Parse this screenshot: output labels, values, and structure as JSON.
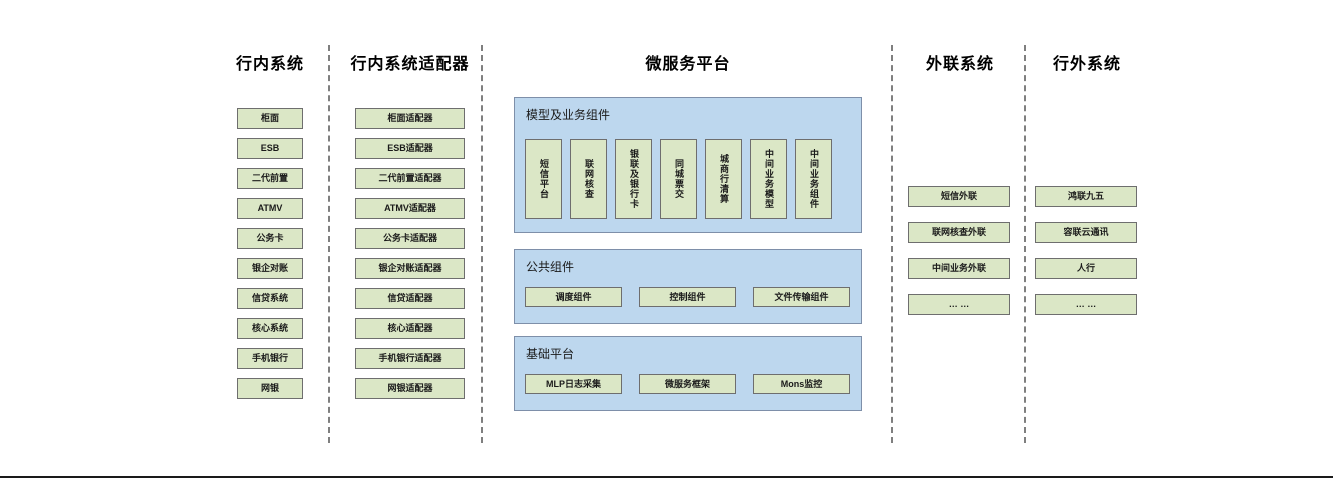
{
  "diagram": {
    "columns": [
      {
        "title": "行内系统",
        "items": [
          "柜面",
          "ESB",
          "二代前置",
          "ATMV",
          "公务卡",
          "银企对账",
          "信贷系统",
          "核心系统",
          "手机银行",
          "网银"
        ]
      },
      {
        "title": "行内系统适配器",
        "items": [
          "柜面适配器",
          "ESB适配器",
          "二代前置适配器",
          "ATMV适配器",
          "公务卡适配器",
          "银企对账适配器",
          "信贷适配器",
          "核心适配器",
          "手机银行适配器",
          "网银适配器"
        ]
      },
      {
        "title": "微服务平台",
        "groups": [
          {
            "title": "模型及业务组件",
            "orientation": "vertical",
            "items": [
              "短信平台",
              "联网核查",
              "银联及银行卡",
              "同城票交",
              "城商行清算",
              "中间业务模型",
              "中间业务组件"
            ]
          },
          {
            "title": "公共组件",
            "orientation": "horizontal",
            "items": [
              "调度组件",
              "控制组件",
              "文件传输组件"
            ]
          },
          {
            "title": "基础平台",
            "orientation": "horizontal",
            "items": [
              "MLP日志采集",
              "微服务框架",
              "Mons监控"
            ]
          }
        ]
      },
      {
        "title": "外联系统",
        "items": [
          "短信外联",
          "联网核查外联",
          "中间业务外联",
          "… …"
        ]
      },
      {
        "title": "行外系统",
        "items": [
          "鸿联九五",
          "容联云通讯",
          "人行",
          "… …"
        ]
      }
    ],
    "colors": {
      "box_fill": "#dbe7c6",
      "box_border": "#6e6e6e",
      "panel_fill": "#bdd7ee",
      "panel_border": "#7e8fa9",
      "divider": "#7f7f7f",
      "bottom_rule": "#1a1a1a",
      "text": "#1a1a1a"
    }
  }
}
